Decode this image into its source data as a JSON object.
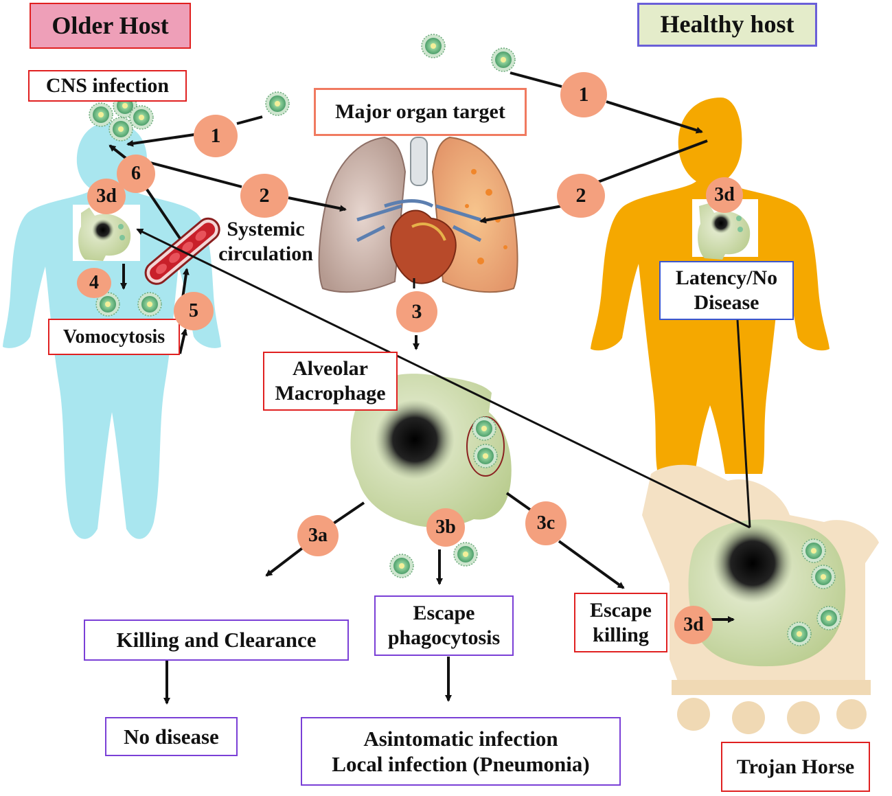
{
  "hosts": {
    "older": "Older Host",
    "healthy": "Healthy host"
  },
  "labels": {
    "cns": "CNS infection",
    "major_organ": "Major organ target",
    "systemic_line1": "Systemic",
    "systemic_line2": "circulation",
    "vomocytosis": "Vomocytosis",
    "latency_line1": "Latency/No",
    "latency_line2": "Disease",
    "alveolar_line1": "Alveolar",
    "alveolar_line2": "Macrophage",
    "killing": "Killing and Clearance",
    "no_disease": "No disease",
    "escape_phago_line1": "Escape",
    "escape_phago_line2": "phagocytosis",
    "escape_killing_line1": "Escape",
    "escape_killing_line2": "killing",
    "asintomatic_line1": "Asintomatic infection",
    "asintomatic_line2": "Local infection (Pneumonia)",
    "trojan": "Trojan Horse"
  },
  "steps": {
    "s1": "1",
    "s2": "2",
    "s3": "3",
    "s3a": "3a",
    "s3b": "3b",
    "s3c": "3c",
    "s3d": "3d",
    "s4": "4",
    "s5": "5",
    "s6": "6"
  },
  "colors": {
    "older_body": "#a9e6ef",
    "healthy_body": "#f5a800",
    "step_circle": "#f4a07e",
    "older_title_bg": "#ee9fb8",
    "healthy_title_bg": "#e4ecca",
    "fungus": "#7fc49a"
  },
  "icons": {
    "pathogen": "cryptococcus-cell-icon",
    "lungs": "lungs-heart-icon",
    "macrophage": "macrophage-icon",
    "trojan_horse": "trojan-horse-icon",
    "blood_vessel": "blood-vessel-icon"
  }
}
